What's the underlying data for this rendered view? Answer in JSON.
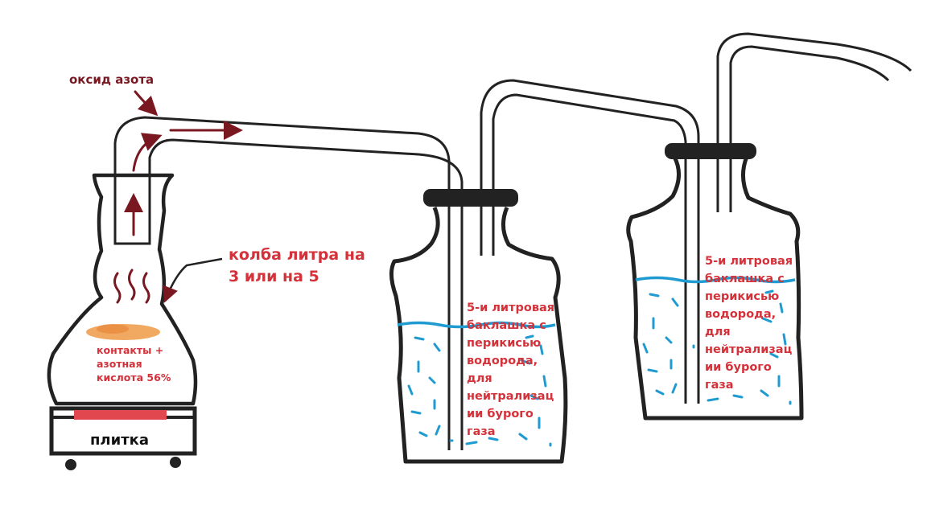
{
  "labels": {
    "nitrogen_oxide": "оксид азота",
    "flask": [
      "колба литра на",
      "3 или на 5"
    ],
    "flask_contents": [
      "контакты +",
      "азотная",
      "кислота 56%"
    ],
    "stove": "плитка",
    "bottle1": [
      "5-и литровая",
      "баклашка с",
      "перикисью",
      "водорода,",
      "для",
      "нейтрализац",
      "ии бурого",
      "газа"
    ],
    "bottle2": [
      "5-и литровая",
      "баклашка с",
      "перикисью",
      "водорода,",
      "для",
      "нейтрализац",
      "ии бурого",
      "газа"
    ]
  },
  "colors": {
    "outline": "#222222",
    "arrow": "#7a1822",
    "text_red": "#d4323a",
    "water": "#1f9bd1",
    "heater": "#e0474f",
    "contacts": "#f0a050"
  }
}
